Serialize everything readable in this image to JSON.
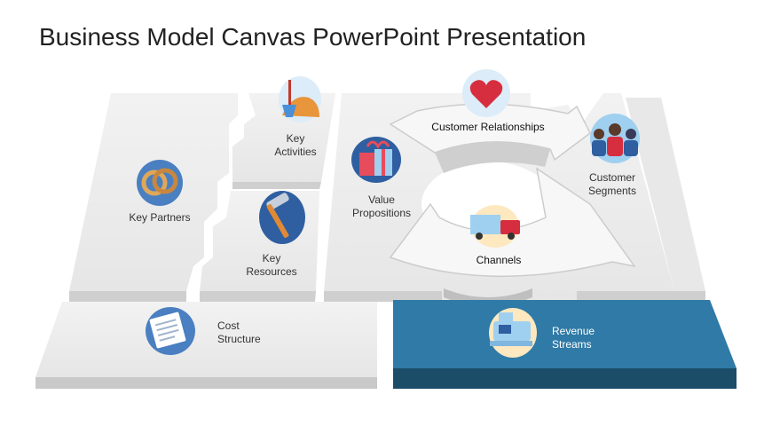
{
  "title": "Business Model Canvas PowerPoint Presentation",
  "blocks": {
    "key_partners": {
      "label": "Key Partners",
      "icon": "rings-icon"
    },
    "key_activities": {
      "line1": "Key",
      "line2": "Activities",
      "icon": "shovel-sand-icon"
    },
    "key_resources": {
      "line1": "Key",
      "line2": "Resources",
      "icon": "hammer-icon"
    },
    "value_propositions": {
      "line1": "Value",
      "line2": "Propositions",
      "icon": "gift-icon"
    },
    "customer_relationships": {
      "label": "Customer Relationships",
      "icon": "heart-icon"
    },
    "channels": {
      "label": "Channels",
      "icon": "truck-icon"
    },
    "customer_segments": {
      "line1": "Customer",
      "line2": "Segments",
      "icon": "people-icon"
    },
    "cost_structure": {
      "line1": "Cost",
      "line2": "Structure",
      "icon": "receipt-icon"
    },
    "revenue_streams": {
      "line1": "Revenue",
      "line2": "Streams",
      "icon": "cash-register-icon"
    }
  },
  "colors": {
    "block_top": "#ececec",
    "block_side": "#c9c9c9",
    "revenue_top": "#2f7aa6",
    "revenue_side": "#1c4d68",
    "icon_bg": "#4a7fc1"
  }
}
